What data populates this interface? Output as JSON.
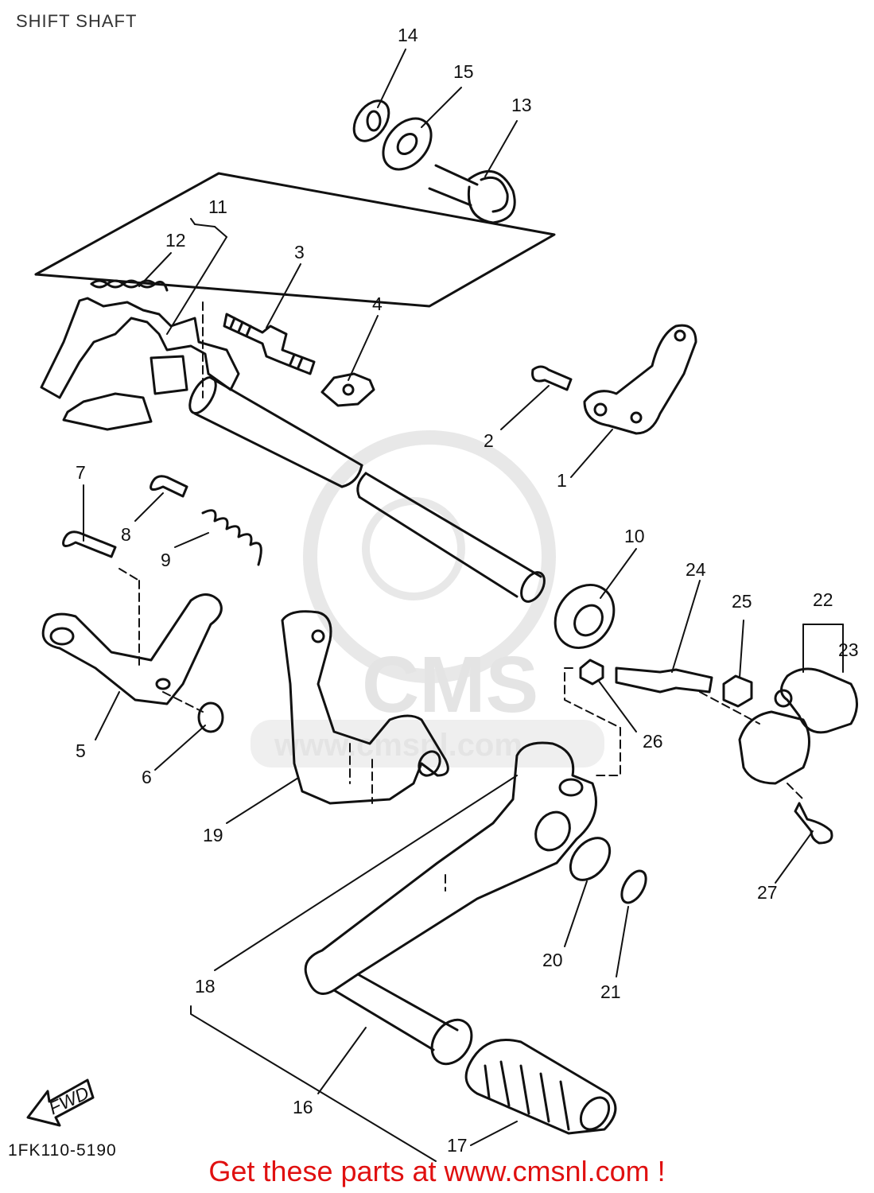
{
  "title": "SHIFT SHAFT",
  "callouts": [
    "1",
    "2",
    "3",
    "4",
    "5",
    "6",
    "7",
    "8",
    "9",
    "10",
    "11",
    "12",
    "13",
    "14",
    "15",
    "16",
    "17",
    "18",
    "19",
    "20",
    "21",
    "22",
    "23",
    "24",
    "25",
    "26",
    "27"
  ],
  "fwd_label": "FWD",
  "drawing_code": "1FK110-5190",
  "watermark": {
    "brand": "CMS",
    "site": "www.cmsnl.com"
  },
  "promo_text": "Get these parts at www.cmsnl.com !",
  "colors": {
    "line": "#111111",
    "promo": "#e01010",
    "watermark": "#e2e2e2"
  }
}
